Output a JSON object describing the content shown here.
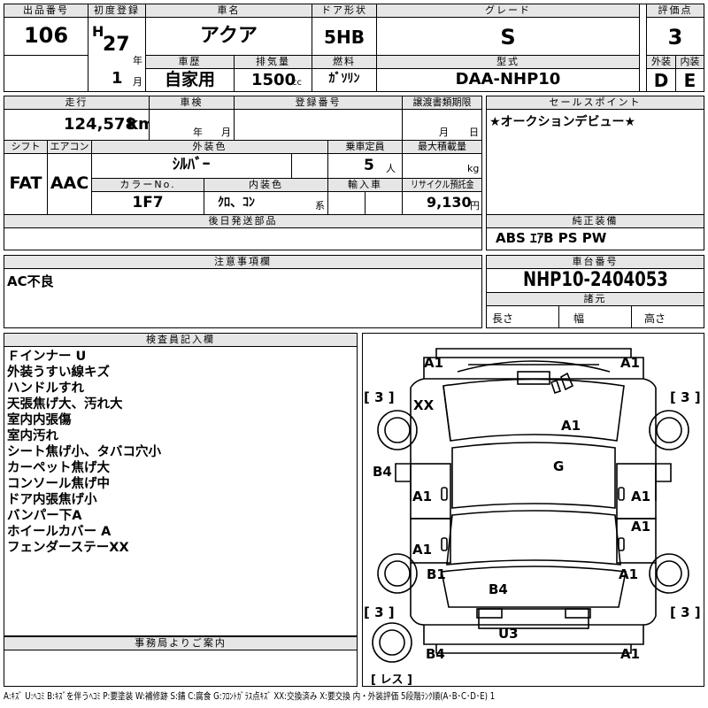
{
  "top": {
    "lot_header": "出品番号",
    "lot_value": "106",
    "reg_header": "初度登録",
    "reg_era": "H",
    "reg_year": "27",
    "year_unit": "年",
    "reg_month": "1",
    "month_unit": "月",
    "name_header": "車名",
    "name_value": "アクア",
    "door_header": "ドア形状",
    "door_value": "5HB",
    "grade_header": "グレード",
    "grade_value": "S",
    "score_header": "評価点",
    "score_value": "3",
    "history_header": "車歴",
    "history_value": "自家用",
    "disp_header": "排気量",
    "disp_value": "1500",
    "disp_unit": "cc",
    "fuel_header": "燃料",
    "fuel_value": "ｶﾞｿﾘﾝ",
    "model_header": "型式",
    "model_value": "DAA-NHP10",
    "ext_header": "外装",
    "ext_value": "D",
    "int_header": "内装",
    "int_value": "E"
  },
  "mid": {
    "mileage_header": "走行",
    "mileage_value": "124,578",
    "mileage_unit": "km",
    "inspection_header": "車検",
    "inspection_year_unit": "年",
    "inspection_month_unit": "月",
    "plate_header": "登録番号",
    "transfer_header": "譲渡書類期限",
    "transfer_month_unit": "月",
    "transfer_day_unit": "日",
    "shift_header": "シフト",
    "shift_value": "FAT",
    "ac_header": "エアコン",
    "ac_value": "AAC",
    "extcolor_header": "外装色",
    "extcolor_value": "ｼﾙﾊﾞｰ",
    "capacity_header": "乗車定員",
    "capacity_value": "5",
    "capacity_unit": "人",
    "load_header": "最大積載量",
    "load_unit": "kg",
    "colorno_header": "カラーNo.",
    "colorno_value": "1F7",
    "intcolor_header": "内装色",
    "intcolor_value": "ｸﾛ、ｺﾝ",
    "intcolor_suffix": "系",
    "import_header": "輸入車",
    "recycle_header": "リサイクル預託金",
    "recycle_value": "9,130",
    "recycle_unit": "円",
    "later_header": "後日発送部品",
    "sales_header": "セールスポイント",
    "sales_value": "★オークションデビュー★",
    "equip_header": "純正装備",
    "equip_value": "ABS ｴｱB PS PW"
  },
  "notes_section": {
    "caution_header": "注意事項欄",
    "caution_value": "AC不良",
    "chassis_header": "車台番号",
    "chassis_value": "NHP10-2404053",
    "spec_header": "諸元",
    "length_label": "長さ",
    "width_label": "幅",
    "height_label": "高さ"
  },
  "inspector": {
    "header": "検査員記入欄",
    "lines": [
      "Ｆインナー U",
      "外装うすい線キズ",
      "ハンドルすれ",
      "天張焦げ大、汚れ大",
      "室内内張傷",
      "室内汚れ",
      "シート焦げ小、タバコ穴小",
      "カーペット焦げ大",
      "コンソール焦げ中",
      "ドア内張焦げ小",
      "バンパー下A",
      "ホイールカバー A",
      "フェンダーステーXX"
    ]
  },
  "office": {
    "header": "事務局よりご案内"
  },
  "diagram": {
    "front_left": "A1",
    "front_right": "A1",
    "tread_fl": "[ 3 ]",
    "tread_fr": "[ 3 ]",
    "tread_rl": "[ 3 ]",
    "tread_rr": "[ 3 ]",
    "fender_left": "XX",
    "windshield": "A1",
    "roof": "G",
    "left_b4": "B4",
    "left_door_front": "A1",
    "left_door_rear": "A1",
    "right_door_front": "A1",
    "right_door_rear": "A1",
    "rear_left_quarter": "B1",
    "rear_right_quarter": "A1",
    "rear_window": "B4",
    "tailgate": "U3",
    "rear_bumper_left": "B4",
    "rear_bumper_right": "A1",
    "spare": "[ レス ]"
  },
  "legend": "A:ｷｽﾞ U:ﾍｺﾐ B:ｷｽﾞを伴うﾍｺﾐ P:要塗装 W:補修跡 S:錆 C:腐食 G:ﾌﾛﾝﾄｶﾞﾗｽ点ｷｽﾞ XX:交換済み X:要交換 内・外装評価 5段階ﾗﾝｸ順(A･B･C･D･E) 1"
}
